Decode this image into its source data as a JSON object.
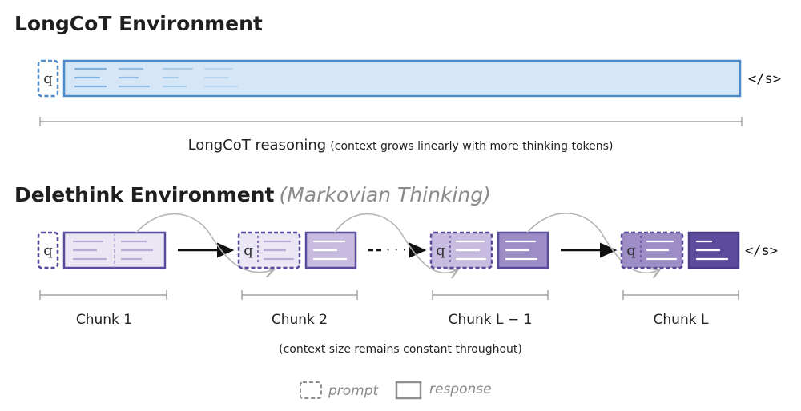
{
  "top": {
    "title": "LongCoT Environment",
    "caption_main": "LongCoT reasoning",
    "caption_note": "(context grows linearly with more thinking tokens)"
  },
  "bottom": {
    "title": "Delethink Environment",
    "subtitle": "(Markovian Thinking)",
    "chunk_labels": [
      "Chunk 1",
      "Chunk 2",
      "Chunk L − 1",
      "Chunk L"
    ],
    "dots": "· · ·",
    "caption_note": "(context size remains constant throughout)"
  },
  "prompt_glyph": "q",
  "end_token": "</s>",
  "legend": {
    "prompt": "prompt",
    "response": "response"
  },
  "colors": {
    "blue_fill": "#d5e7f7",
    "blue_stroke": "#4d8cc8",
    "purple_dark": "#5a4a9c",
    "purple_fill_1": "#ebe6f3",
    "purple_fill_2": "#c7bbdf",
    "purple_fill_3": "#9d8dc6",
    "purple_fill_4": "#5d4c9e",
    "grey": "#8f8f8f"
  }
}
